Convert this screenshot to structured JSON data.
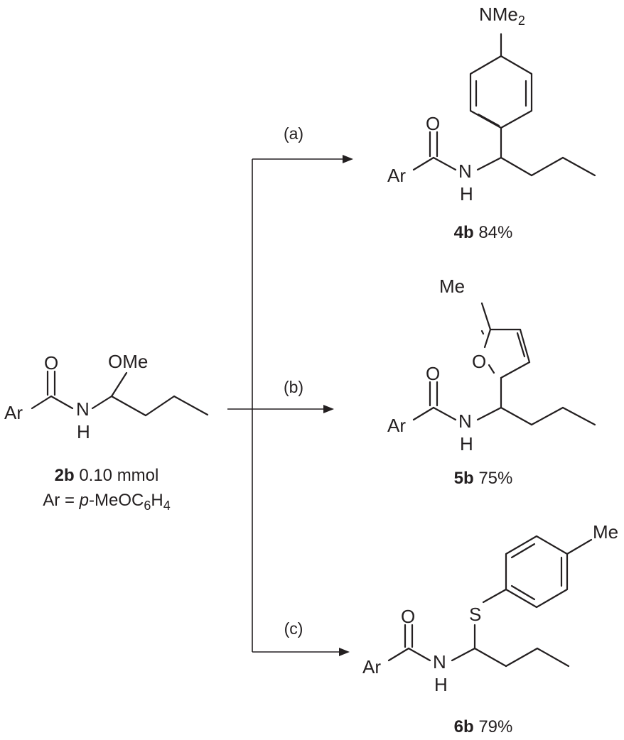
{
  "atoms": {
    "ar": "Ar",
    "o": "O",
    "n": "N",
    "h": "H",
    "ome": "OMe",
    "nme": "NMe",
    "two": "2",
    "me": "Me",
    "s": "S"
  },
  "start": {
    "compound": "2b",
    "amount": "0.10 mmol",
    "ar_prefix": "Ar = ",
    "ar_italic": "p",
    "ar_formula_a": "-MeOC",
    "ar_sub1": "6",
    "ar_formula_b": "H",
    "ar_sub2": "4"
  },
  "conditions": {
    "a": "(a)",
    "b": "(b)",
    "c": "(c)"
  },
  "products": {
    "p4": {
      "compound": "4b",
      "yield": "84%"
    },
    "p5": {
      "compound": "5b",
      "yield": "75%"
    },
    "p6": {
      "compound": "6b",
      "yield": "79%"
    }
  }
}
